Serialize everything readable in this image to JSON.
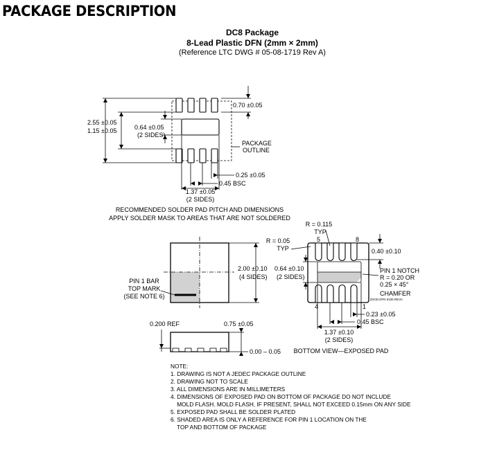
{
  "header": {
    "section_title": "PACKAGE DESCRIPTION",
    "package_name": "DC8 Package",
    "package_type": "8-Lead Plastic DFN (2mm × 2mm)",
    "reference": "(Reference LTC DWG # 05-08-1719 Rev A)"
  },
  "footprint": {
    "dim_pitch_height": "0.70 ±0.05",
    "dim_overall_height": "2.55 ±0.05",
    "dim_pad_span": "1.15 ±0.05",
    "dim_pad_height_line1": "0.64 ±0.05",
    "dim_pad_height_line2": "(2 SIDES)",
    "outline_label_line1": "PACKAGE",
    "outline_label_line2": "OUTLINE",
    "dim_lead_width": "0.25 ±0.05",
    "dim_pitch": "0.45 BSC",
    "dim_exposed_width_line1": "1.37 ±0.05",
    "dim_exposed_width_line2": "(2 SIDES)",
    "caption_line1": "RECOMMENDED SOLDER PAD PITCH AND DIMENSIONS",
    "caption_line2": "APPLY SOLDER MASK TO AREAS THAT ARE NOT SOLDERED"
  },
  "top_view": {
    "body_size_line1": "2.00 ±0.10",
    "body_size_line2": "(4 SIDES)",
    "pin1_line1": "PIN 1 BAR",
    "pin1_line2": "TOP MARK",
    "pin1_line3": "(SEE NOTE 6)"
  },
  "side_view": {
    "dim_ref": "0.200 REF",
    "dim_height": "0.75 ±0.05",
    "dim_standoff": "0.00 – 0.05"
  },
  "bottom_view": {
    "radius_top": "R = 0.115",
    "radius_top_sub": "TYP",
    "radius_corner": "R = 0.05",
    "radius_corner_sub": "TYP",
    "pin_5": "5",
    "pin_8": "8",
    "pin_4": "4",
    "pin_1": "1",
    "dim_pad_length": "0.40 ±0.10",
    "dim_exposed_height_line1": "0.64 ±0.10",
    "dim_exposed_height_line2": "(2 SIDES)",
    "notch_line1": "PIN 1 NOTCH",
    "notch_line2": "R = 0.20 OR",
    "notch_line3": "0.25 × 45°",
    "notch_line4": "CHAMFER",
    "drawing_code": "(DC8) DFN 0106 REVA",
    "dim_lead_width": "0.23 ±0.05",
    "dim_pitch": "0.45 BSC",
    "dim_exposed_width_line1": "1.37 ±0.10",
    "dim_exposed_width_line2": "(2 SIDES)",
    "caption": "BOTTOM VIEW—EXPOSED PAD"
  },
  "notes": {
    "heading": "NOTE:",
    "items": [
      "1. DRAWING IS NOT A JEDEC PACKAGE OUTLINE",
      "2. DRAWING NOT TO SCALE",
      "3. ALL DIMENSIONS ARE IN MILLIMETERS",
      "4. DIMENSIONS OF EXPOSED PAD ON BOTTOM OF PACKAGE DO NOT INCLUDE",
      "    MOLD FLASH. MOLD FLASH, IF PRESENT, SHALL NOT EXCEED 0.15mm ON ANY SIDE",
      "5. EXPOSED PAD SHALL BE SOLDER PLATED",
      "6. SHADED AREA IS ONLY A REFERENCE FOR PIN 1 LOCATION ON THE",
      "    TOP AND BOTTOM OF PACKAGE"
    ]
  }
}
